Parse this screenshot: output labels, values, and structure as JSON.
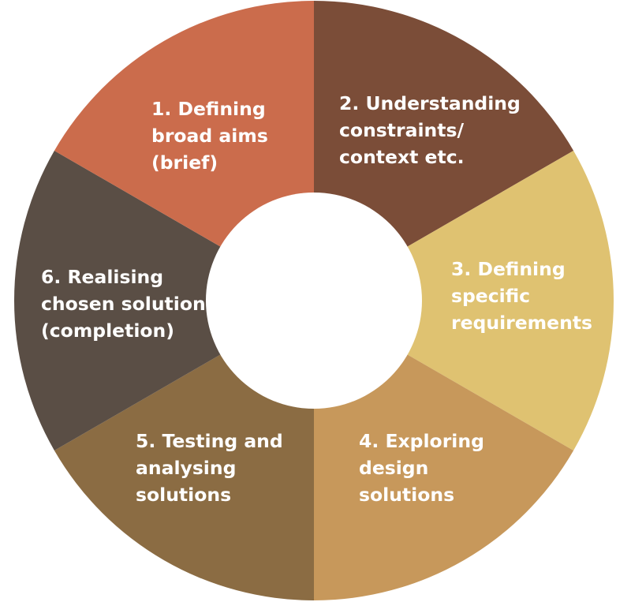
{
  "diagram": {
    "segments": [
      {
        "id": "segment-1",
        "lines": [
          "1. Defining",
          "broad aims",
          "(brief)"
        ],
        "color": "#7b4d38"
      },
      {
        "id": "segment-2",
        "lines": [
          "2. Understanding",
          "constraints/",
          "context etc."
        ],
        "color": "#dfc271"
      },
      {
        "id": "segment-3",
        "lines": [
          "3. Defining",
          "specific",
          "requirements"
        ],
        "color": "#c7985b"
      },
      {
        "id": "segment-4",
        "lines": [
          "4. Exploring",
          "design",
          "solutions"
        ],
        "color": "#8b6c43"
      },
      {
        "id": "segment-5",
        "lines": [
          "5. Testing and",
          "analysing",
          "solutions"
        ],
        "color": "#5a4e45"
      },
      {
        "id": "segment-6",
        "lines": [
          "6. Realising",
          "chosen solution",
          "(completion)"
        ],
        "color": "#cb6c4c"
      }
    ],
    "center_color": "#ffffff"
  }
}
